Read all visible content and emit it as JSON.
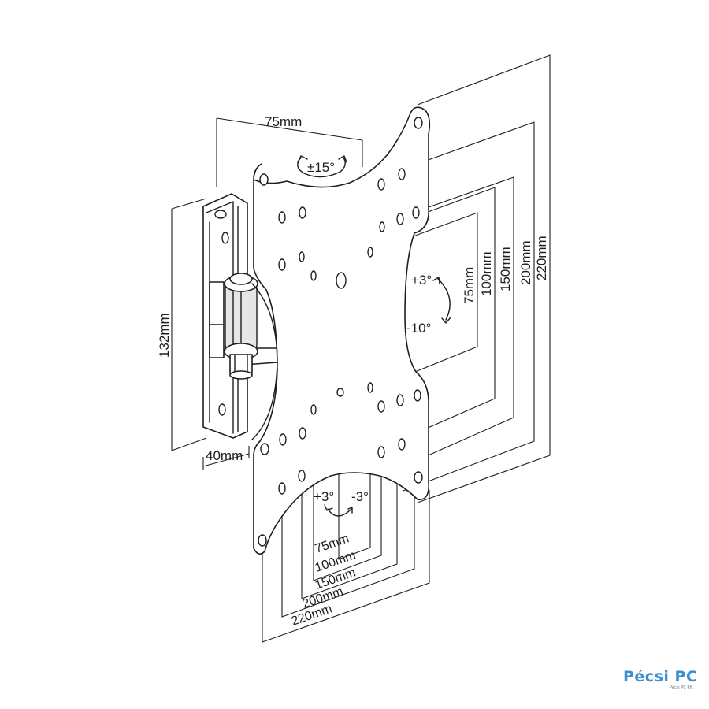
{
  "diagram": {
    "labels": {
      "top_width": "75mm",
      "swivel": "±15°",
      "height": "132mm",
      "depth": "40mm",
      "tilt_up": "+3°",
      "tilt_down": "-10°",
      "rot_left": "+3°",
      "rot_right": "-3°"
    },
    "vertical_dims": [
      "75mm",
      "100mm",
      "150mm",
      "200mm",
      "220mm"
    ],
    "horizontal_dims": [
      "75mm",
      "100mm",
      "150mm",
      "200mm",
      "220mm"
    ]
  },
  "watermark": {
    "brand": "Pécsi PC",
    "sub": "Pécsi PC Kft."
  },
  "colors": {
    "line": "#1e1e1e",
    "brand": "#3a8fd0"
  }
}
